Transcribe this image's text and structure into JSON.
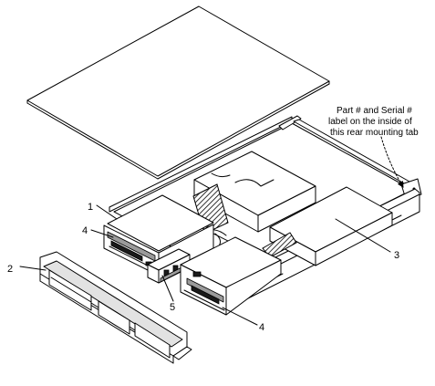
{
  "note": {
    "line1": "Part # and Serial #",
    "line2": "label on the inside of",
    "line3": "this rear mounting tab"
  },
  "callouts": [
    {
      "key": "c1",
      "label": "1"
    },
    {
      "key": "c2",
      "label": "2"
    },
    {
      "key": "c3",
      "label": "3"
    },
    {
      "key": "c4a",
      "label": "4"
    },
    {
      "key": "c4b",
      "label": "4"
    },
    {
      "key": "c5",
      "label": "5"
    }
  ]
}
